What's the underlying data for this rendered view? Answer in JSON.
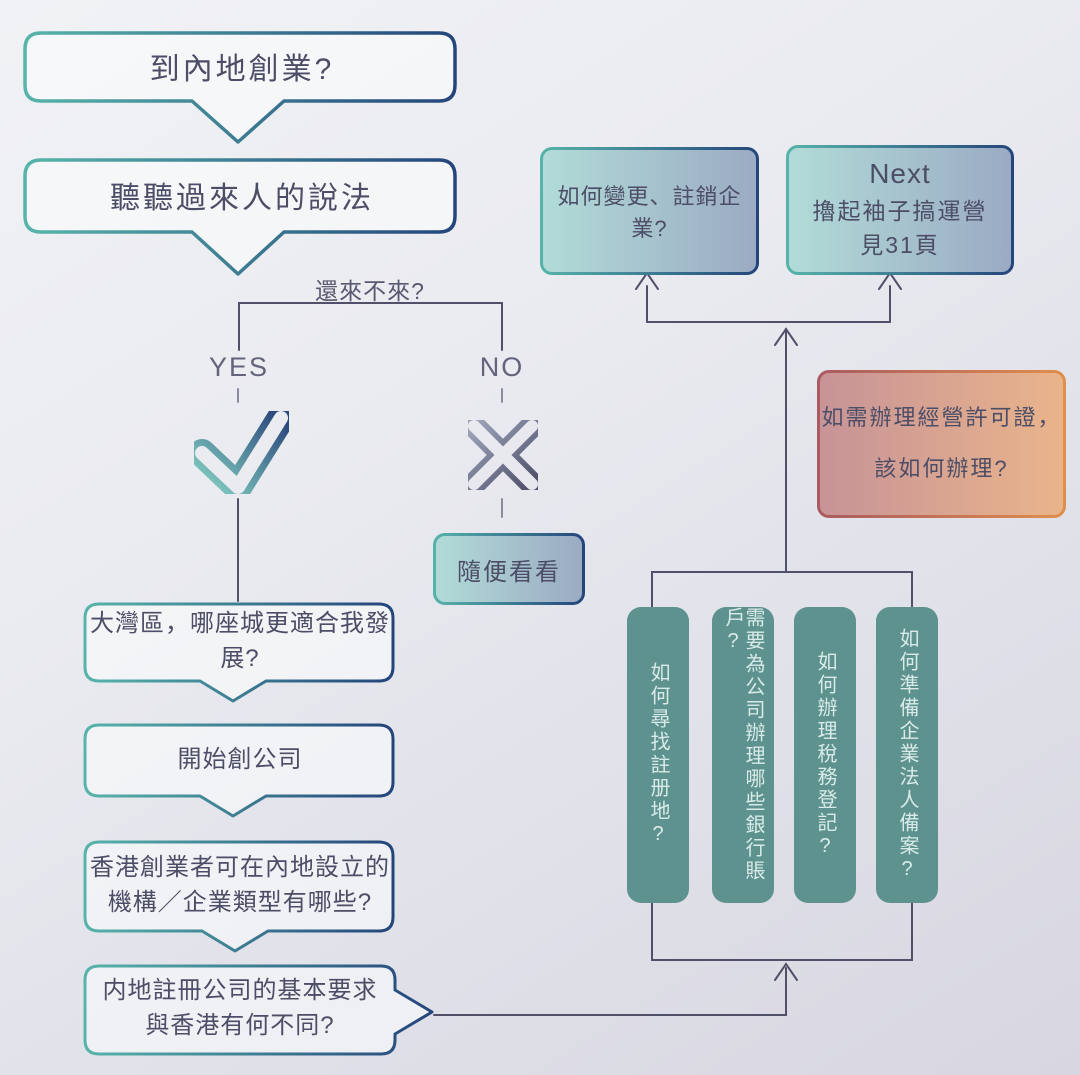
{
  "flow": {
    "start": "到內地創業?",
    "listen": "聽聽過來人的說法",
    "question": "還來不來?",
    "yes_label": "YES",
    "no_label": "NO",
    "browse": "隨便看看",
    "city": "大灣區，哪座城更適合我發展?",
    "company": "開始創公司",
    "types_line1": "香港創業者可在內地設立的",
    "types_line2": "機構／企業類型有哪些?",
    "reg_line1": "内地註冊公司的基本要求",
    "reg_line2": "與香港有何不同?"
  },
  "right": {
    "change": "如何變更、註銷企業?",
    "next_title": "Next",
    "next_line1": "擼起袖子搞運營",
    "next_line2": "見31頁",
    "license_line1": "如需辦理經營許可證，",
    "license_line2": "該如何辦理?",
    "steps": [
      "如何尋找註册地?",
      "需要為公司辦理哪些銀行賬戶?",
      "如何辦理稅務登記?",
      "如何準備企業法人備案?"
    ]
  },
  "icons": {
    "yes": "check-icon",
    "no": "x-icon"
  },
  "colors": {
    "step_fill": "#5e928e",
    "step_text": "#d9ebe8",
    "border_teal": "#57b4aa",
    "border_navy": "#24457b",
    "orange_start": "#aa5a60",
    "orange_end": "#e08e4c",
    "connector": "#50506a",
    "text_dark": "#4c4d66"
  }
}
